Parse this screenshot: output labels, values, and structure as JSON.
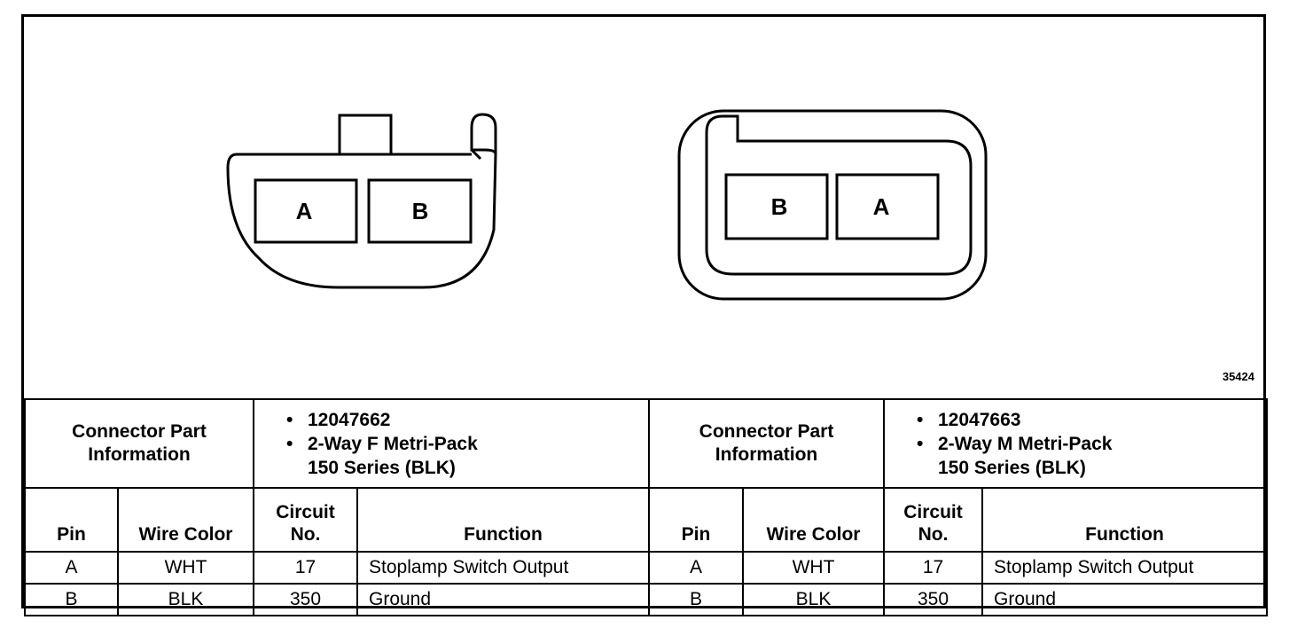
{
  "figure_number": "35424",
  "connectors": [
    {
      "side": "left",
      "pins_display_order": [
        "A",
        "B"
      ],
      "info_label_line1": "Connector Part",
      "info_label_line2": "Information",
      "part_number": "12047662",
      "description_line1": "2-Way F Metri-Pack",
      "description_line2": "150 Series (BLK)",
      "headers": {
        "pin": "Pin",
        "wire_color": "Wire Color",
        "circuit_line1": "Circuit",
        "circuit_line2": "No.",
        "function": "Function"
      },
      "rows": [
        {
          "pin": "A",
          "wire_color": "WHT",
          "circuit": "17",
          "function": "Stoplamp Switch Output"
        },
        {
          "pin": "B",
          "wire_color": "BLK",
          "circuit": "350",
          "function": "Ground"
        }
      ]
    },
    {
      "side": "right",
      "pins_display_order": [
        "B",
        "A"
      ],
      "info_label_line1": "Connector Part",
      "info_label_line2": "Information",
      "part_number": "12047663",
      "description_line1": "2-Way M Metri-Pack",
      "description_line2": "150 Series (BLK)",
      "headers": {
        "pin": "Pin",
        "wire_color": "Wire Color",
        "circuit_line1": "Circuit",
        "circuit_line2": "No.",
        "function": "Function"
      },
      "rows": [
        {
          "pin": "A",
          "wire_color": "WHT",
          "circuit": "17",
          "function": "Stoplamp Switch Output"
        },
        {
          "pin": "B",
          "wire_color": "BLK",
          "circuit": "350",
          "function": "Ground"
        }
      ]
    }
  ]
}
